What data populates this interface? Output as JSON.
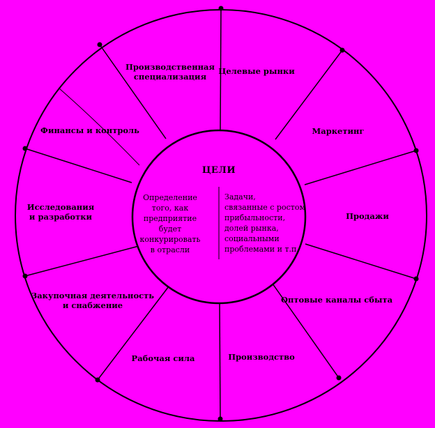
{
  "diagram": {
    "colors": {
      "background": "#ff00ff",
      "ink": "#000000"
    },
    "center": {
      "title": "ЦЕЛИ",
      "left_text": [
        "Определение",
        "того, как",
        "предприятие",
        "будет",
        "конкурировать",
        "в отрасли"
      ],
      "right_text": [
        "Задачи,",
        "связанные с ростом",
        "прибыльности,",
        "долей рынка,",
        "социальными",
        "проблемами и т.п."
      ]
    },
    "segments": [
      {
        "lines": [
          "Производственная",
          "специализация"
        ]
      },
      {
        "lines": [
          "Целевые рынки"
        ]
      },
      {
        "lines": [
          "Маркетинг"
        ]
      },
      {
        "lines": [
          "Продажи"
        ]
      },
      {
        "lines": [
          "Оптовые каналы сбыта"
        ]
      },
      {
        "lines": [
          "Производство"
        ]
      },
      {
        "lines": [
          "Рабочая сила"
        ]
      },
      {
        "lines": [
          "Закупочная деятельность",
          "и снабжение"
        ]
      },
      {
        "lines": [
          "Исследования",
          "и разработки"
        ]
      },
      {
        "lines": [
          "Финансы и контроль"
        ]
      }
    ]
  }
}
